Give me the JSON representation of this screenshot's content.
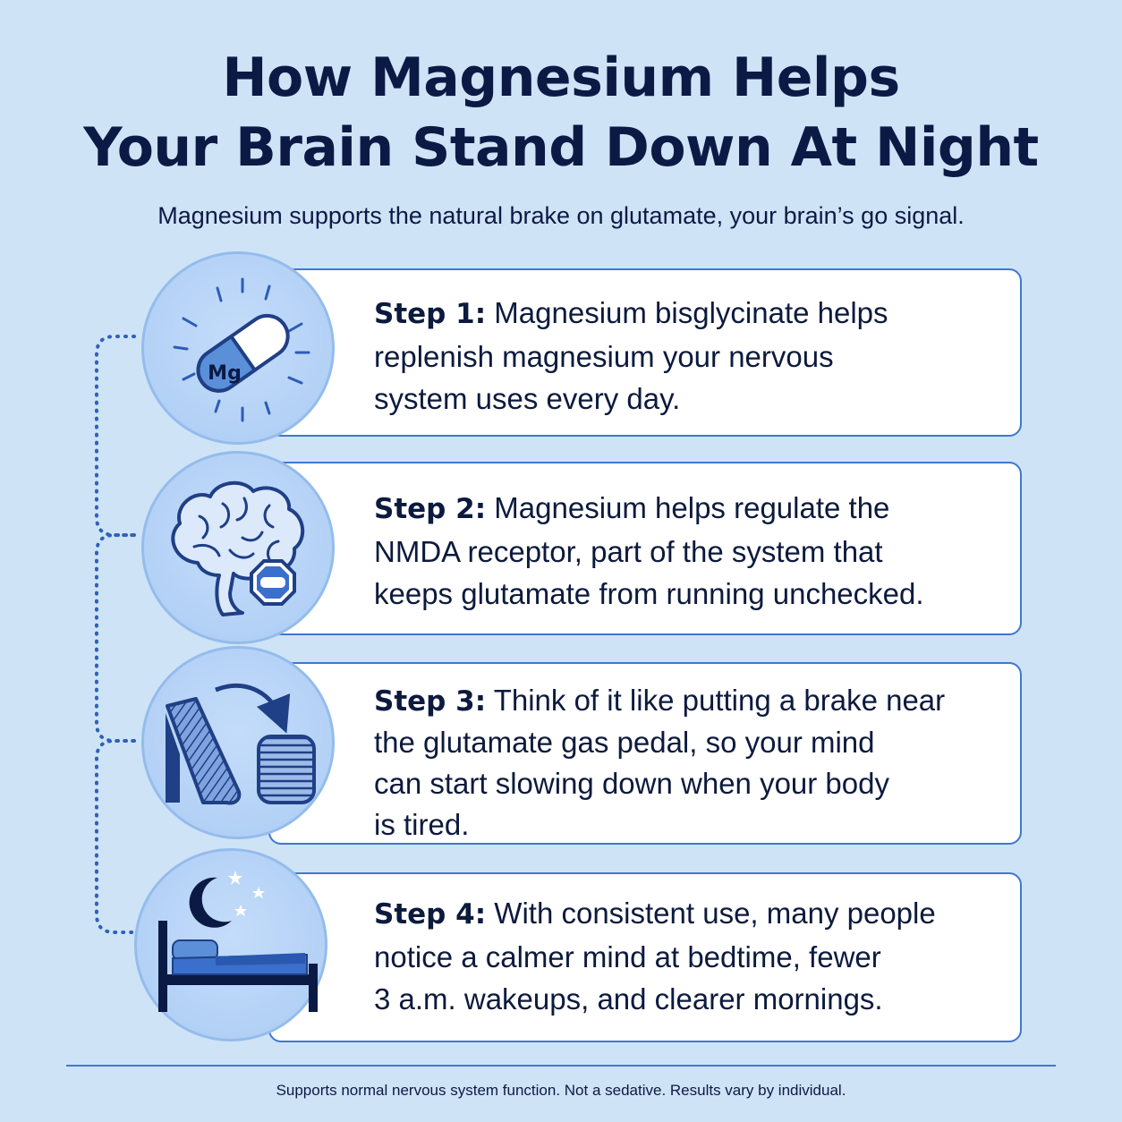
{
  "title": {
    "line1": "How Magnesium Helps",
    "line2": "Your Brain Stand Down At Night"
  },
  "subtitle": "Magnesium supports the natural brake on glutamate, your brain’s go signal.",
  "steps": [
    {
      "label": "Step 1:",
      "lines": [
        "Magnesium bisglycinate helps",
        "replenish magnesium your nervous",
        "system uses every day."
      ],
      "icon": "capsule-icon",
      "icon_text": "Mg"
    },
    {
      "label": "Step 2:",
      "lines": [
        "Magnesium helps regulate the",
        "NMDA receptor, part of the system that",
        "keeps glutamate from running unchecked."
      ],
      "icon": "brain-stop-icon"
    },
    {
      "label": "Step 3:",
      "lines": [
        "Think of it like putting a brake near",
        "the glutamate gas pedal, so your mind",
        "can start slowing down when your body",
        "is tired."
      ],
      "icon": "pedals-icon"
    },
    {
      "label": "Step 4:",
      "lines": [
        "With consistent use, many people",
        "notice a calmer mind at bedtime, fewer",
        "3 a.m. wakeups, and clearer mornings."
      ],
      "icon": "moon-bed-icon"
    }
  ],
  "footer": "Supports normal nervous system function. Not a sedative. Results vary by individual.",
  "colors": {
    "background": "#cfe3f7",
    "navy": "#0b1a45",
    "accent_blue": "#3f78d0",
    "icon_circle": "#b3d1f6"
  }
}
